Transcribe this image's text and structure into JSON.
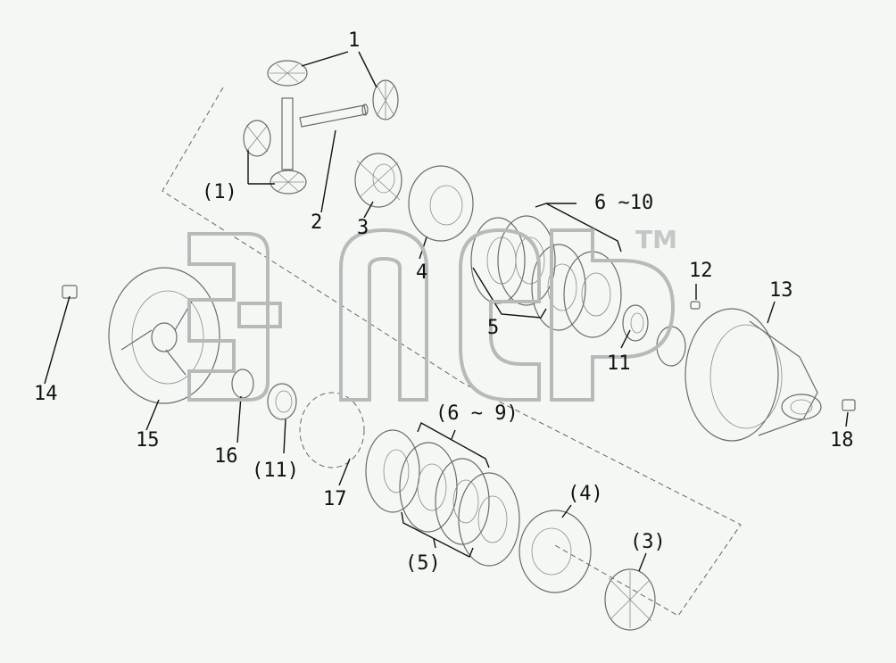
{
  "labels": {
    "l1": "1",
    "l1p": "(1)",
    "l2": "2",
    "l3": "3",
    "l3p": "(3)",
    "l4": "4",
    "l4p": "(4)",
    "l5": "5",
    "l5p": "(5)",
    "l6_10": "6 ~10",
    "l6_9p": "(6 ~ 9)",
    "l11": "11",
    "l11p": "(11)",
    "l12": "12",
    "l13": "13",
    "l14": "14",
    "l15": "15",
    "l16": "16",
    "l17": "17",
    "l18": "18"
  },
  "watermark": {
    "logo_text": "эпер",
    "tm": "TM"
  },
  "colors": {
    "background": "#f4f8f4",
    "line": "#6a6a6a",
    "label": "#111111",
    "watermark": "#b9b9b9"
  }
}
